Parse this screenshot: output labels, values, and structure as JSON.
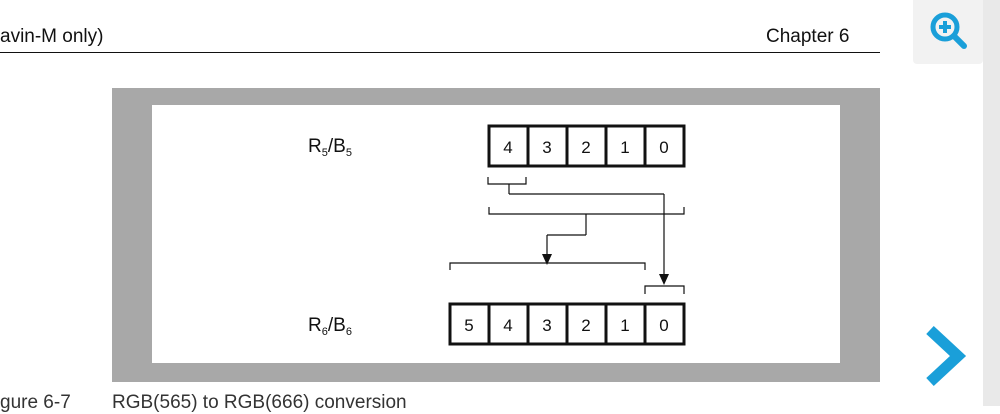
{
  "header": {
    "left_text": "avin-M only)",
    "right_text": "Chapter 6"
  },
  "figure": {
    "top_register": {
      "label_main": "R",
      "label_sub": "5",
      "label_slash": "/B",
      "label_sub2": "5",
      "cells": [
        "4",
        "3",
        "2",
        "1",
        "0"
      ]
    },
    "bottom_register": {
      "label_main": "R",
      "label_sub": "6",
      "label_slash": "/B",
      "label_sub2": "6",
      "cells": [
        "5",
        "4",
        "3",
        "2",
        "1",
        "0"
      ]
    }
  },
  "caption": {
    "number": "gure 6-7",
    "text": "RGB(565) to RGB(666) conversion"
  },
  "icons": {
    "zoom": "zoom-in-icon",
    "next": "chevron-right-icon"
  },
  "colors": {
    "accent": "#1a9fd9",
    "frame": "#a8a8a8"
  }
}
